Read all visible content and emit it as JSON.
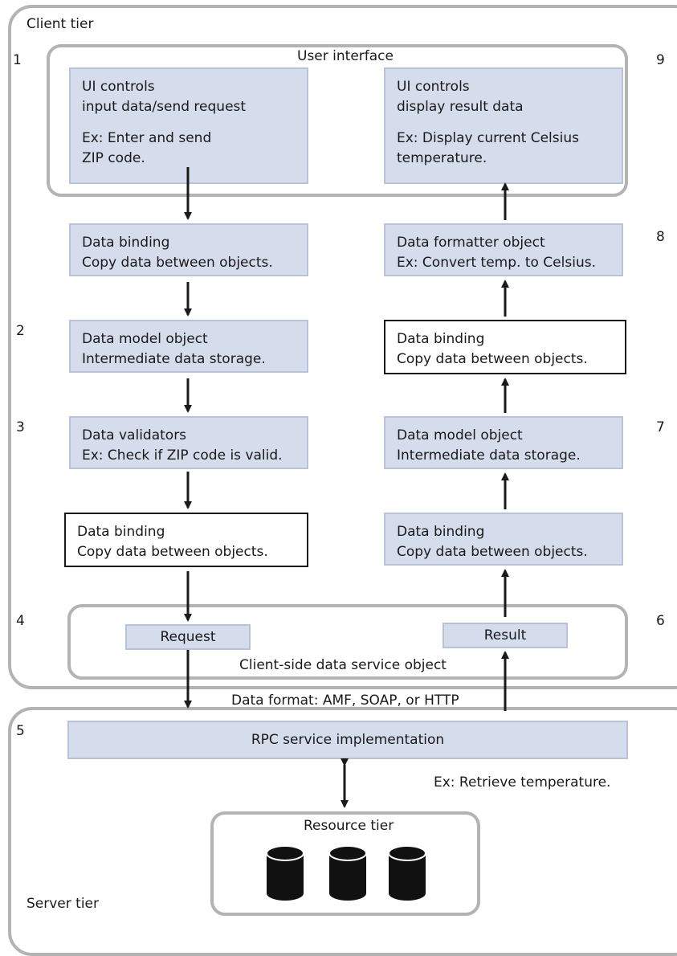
{
  "client_tier": {
    "label": "Client tier",
    "user_interface_label": "User interface",
    "ui_input": {
      "title": "UI controls",
      "subtitle": "input data/send request",
      "example_1": "Ex: Enter and send",
      "example_2": "ZIP code."
    },
    "ui_display": {
      "title": "UI controls",
      "subtitle": "display result data",
      "example_1": "Ex: Display current Celsius",
      "example_2": "temperature."
    },
    "left_column": [
      {
        "title": "Data binding",
        "subtitle": "Copy data between objects."
      },
      {
        "title": "Data model object",
        "subtitle": "Intermediate data storage."
      },
      {
        "title": "Data validators",
        "subtitle": "Ex: Check if ZIP code is valid."
      },
      {
        "title": "Data binding",
        "subtitle": "Copy data between objects."
      }
    ],
    "right_column": [
      {
        "title": "Data formatter object",
        "subtitle": "Ex: Convert temp. to Celsius."
      },
      {
        "title": "Data binding",
        "subtitle": "Copy data between objects."
      },
      {
        "title": "Data model object",
        "subtitle": "Intermediate data storage."
      },
      {
        "title": "Data binding",
        "subtitle": "Copy data between objects."
      }
    ],
    "data_service": {
      "label": "Client-side data service object",
      "request": "Request",
      "result": "Result"
    }
  },
  "data_format_label": "Data format: AMF, SOAP, or HTTP",
  "server_tier": {
    "label": "Server tier",
    "rpc_label": "RPC service implementation",
    "example": "Ex: Retrieve temperature.",
    "resource_tier_label": "Resource tier",
    "database_icons": [
      "database-icon",
      "database-icon",
      "database-icon"
    ]
  },
  "step_numbers": [
    "1",
    "2",
    "3",
    "4",
    "5",
    "6",
    "7",
    "8",
    "9"
  ],
  "colors": {
    "box_fill": "#d5dceb",
    "tier_border": "#b3b3b3",
    "arrow": "#1a1a1a"
  }
}
